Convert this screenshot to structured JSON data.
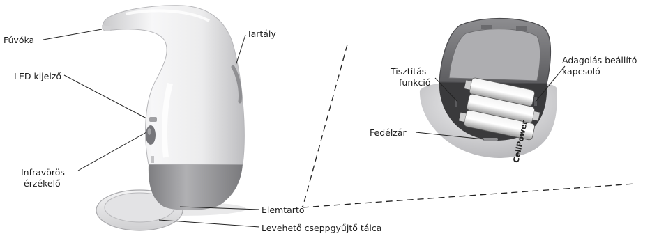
{
  "labels": {
    "fuvoka": "Fúvóka",
    "tartaly": "Tartály",
    "led": "LED kijelző",
    "infra_line1": "Infravörös",
    "infra_line2": "érzékelő",
    "elemtarto": "Elemtartó",
    "tálca": "Levehető cseppgyűjtő tálca",
    "tisztitas_line1": "Tisztítás",
    "tisztitas_line2": "funkció",
    "adagolas_line1": "Adagolás beállító",
    "adagolas_line2": "kapcsoló",
    "fedelzar": "Fedélzár"
  },
  "battery_brand": "CellPower",
  "colors": {
    "body_white": "#eeeeef",
    "base_gray": "#9a9a9c",
    "line": "#222222"
  }
}
